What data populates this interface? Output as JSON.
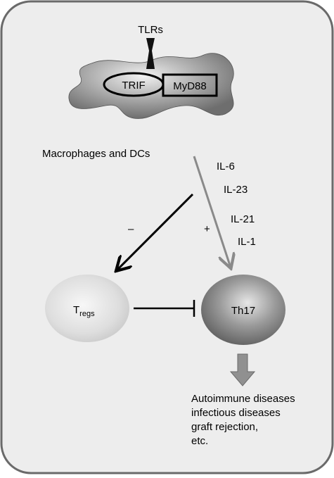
{
  "receptor": {
    "label": "TLRs"
  },
  "adaptors": {
    "trif": "TRIF",
    "myd88": "MyD88"
  },
  "cell_label": "Macrophages and DCs",
  "cytokines": [
    "IL-6",
    "IL-23",
    "IL-21",
    "IL-1"
  ],
  "signs": {
    "minus": "–",
    "plus": "+"
  },
  "treg": {
    "base": "T",
    "sub": "regs"
  },
  "th17": {
    "label": "Th17"
  },
  "outcomes": [
    "Autoimmune diseases",
    "infectious diseases",
    "graft rejection,",
    "etc."
  ],
  "colors": {
    "panel_fill": "#ededed",
    "panel_stroke": "#6a6a6a",
    "grey_arrow": "#8a8a8a",
    "outcome_arrow": "#909090"
  }
}
